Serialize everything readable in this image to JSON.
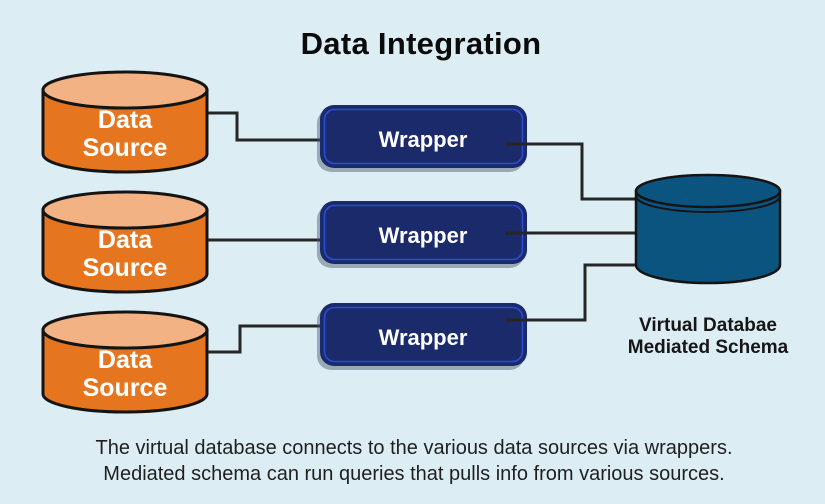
{
  "title": "Data Integration",
  "data_sources": [
    {
      "line1": "Data",
      "line2": "Source"
    },
    {
      "line1": "Data",
      "line2": "Source"
    },
    {
      "line1": "Data",
      "line2": "Source"
    }
  ],
  "wrappers": [
    {
      "label": "Wrapper"
    },
    {
      "label": "Wrapper"
    },
    {
      "label": "Wrapper"
    }
  ],
  "virtual_database": {
    "label_line1": "Virtual Databae",
    "label_line2": "Mediated Schema"
  },
  "caption": {
    "line1": "The virtual database connects to the various data sources via wrappers.",
    "line2": "Mediated schema can run queries that pulls info from various sources."
  },
  "colors": {
    "background": "#dceef4",
    "source_body": "#e6751f",
    "source_top": "#f2b283",
    "wrapper_fill": "#1a2a6b",
    "wrapper_inner_border": "#2b4cd1",
    "database_fill": "#0b5480",
    "outline": "#141414",
    "connector": "#262626",
    "title_text": "#0b0b0b",
    "caption_text": "#1f1f1f",
    "label_text_on_shapes": "#ffffff"
  }
}
